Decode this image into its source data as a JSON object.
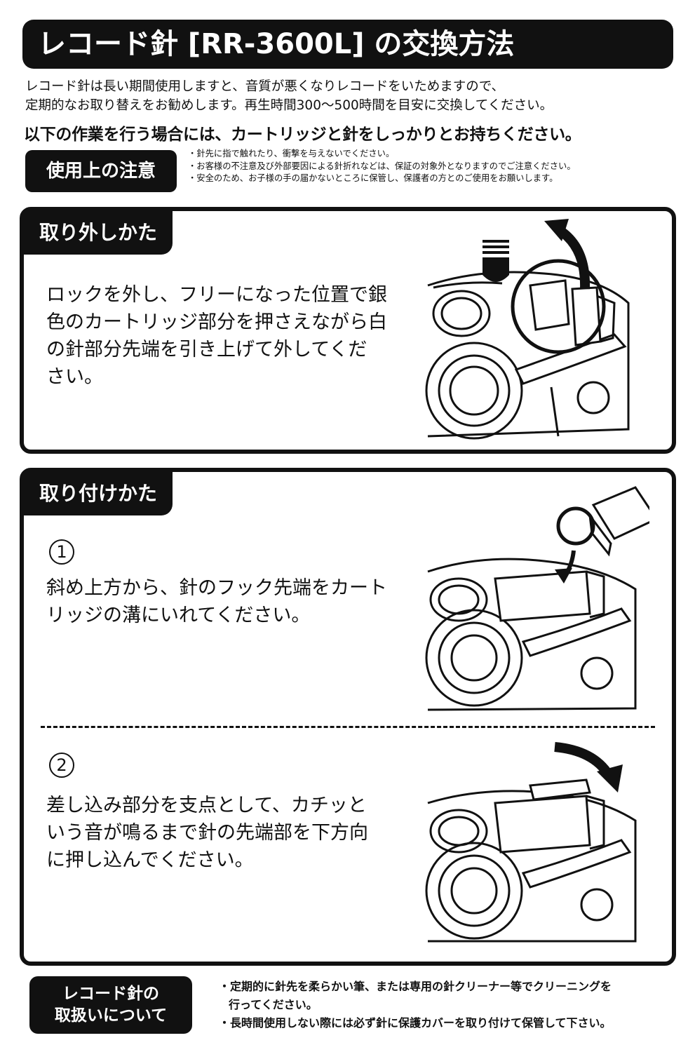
{
  "title": "レコード針 [RR-3600L] の交換方法",
  "intro": {
    "line1": "レコード針は長い期間使用しますと、音質が悪くなりレコードをいためますので、",
    "line2": "定期的なお取り替えをお勧めします。再生時間300〜500時間を目安に交換してください。"
  },
  "bold_notice": "以下の作業を行う場合には、カートリッジと針をしっかりとお持ちください。",
  "caution": {
    "label": "使用上の注意",
    "items": [
      "・針先に指で触れたり、衝撃を与えないでください。",
      "・お客様の不注意及び外部要因による針折れなどは、保証の対象外となりますのでご注意ください。",
      "・安全のため、お子様の手の届かないところに保管し、保護者の方とのご使用をお願いします。"
    ]
  },
  "removal": {
    "tab": "取り外しかた",
    "lines": [
      "ロックを外し、フリーになった位置で銀",
      "色のカートリッジ部分を押さえながら白",
      "の針部分先端を引き上げて外してくだ",
      "さい。"
    ]
  },
  "install": {
    "tab": "取り付けかた",
    "step1": {
      "num": "1",
      "lines": [
        "斜め上方から、針のフック先端をカート",
        "リッジの溝にいれてください。"
      ]
    },
    "step2": {
      "num": "2",
      "lines": [
        "差し込み部分を支点として、カチッと",
        "いう音が鳴るまで針の先端部を下方向",
        "に押し込んでください。"
      ]
    }
  },
  "handling": {
    "label_line1": "レコード針の",
    "label_line2": "取扱いについて",
    "item1_line1": "・定期的に針先を柔らかい筆、または専用の針クリーナー等でクリーニングを",
    "item1_line2": "行ってください。",
    "item2": "・長時間使用しない際には必ず針に保護カバーを取り付けて保管して下さい。"
  },
  "colors": {
    "ink": "#111111",
    "paper": "#ffffff"
  },
  "icons": [
    "finger-icon",
    "rotate-up-arrow-icon",
    "down-arrow-icon",
    "rotate-down-arrow-icon"
  ]
}
